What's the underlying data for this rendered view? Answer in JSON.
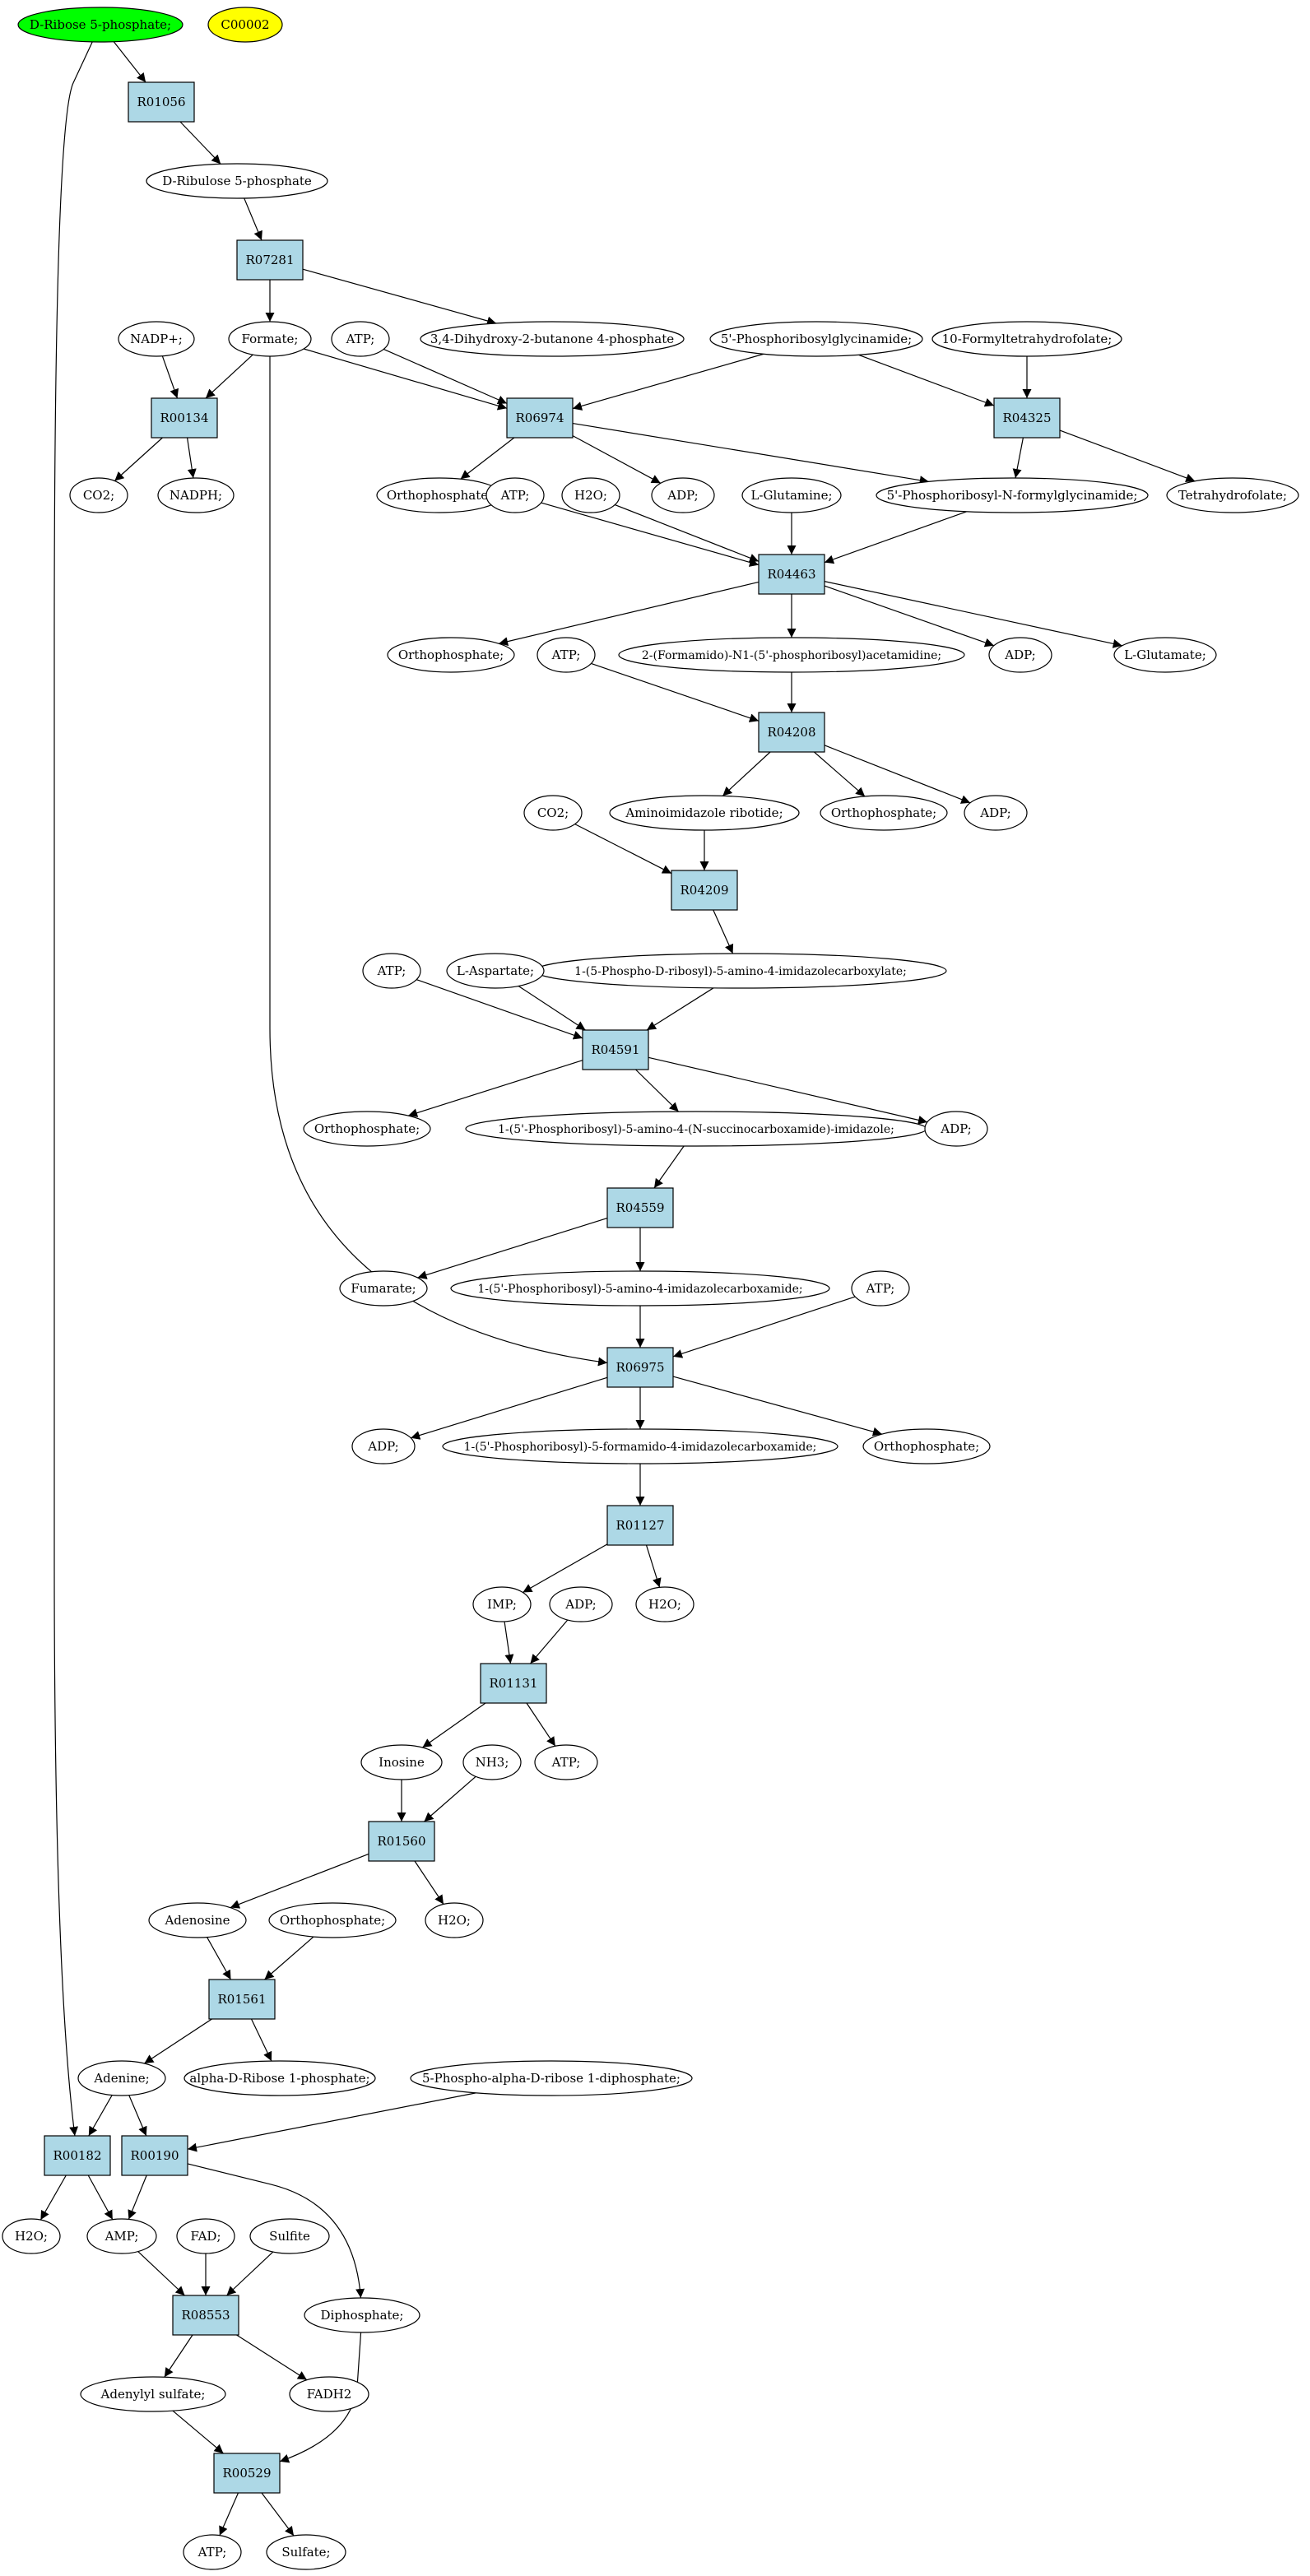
{
  "colors": {
    "reaction_fill": "#add8e6",
    "start_fill": "#00ff00",
    "target_fill": "#ffff00",
    "default_fill": "#ffffff",
    "stroke": "#000000"
  },
  "graph": {
    "nodes": [
      {
        "id": "n_d_ribose5p",
        "label": "D-Ribose 5-phosphate;",
        "kind": "compound",
        "role": "start"
      },
      {
        "id": "n_c00002",
        "label": "C00002",
        "kind": "compound",
        "role": "target"
      },
      {
        "id": "n_r01056",
        "label": "R01056",
        "kind": "reaction"
      },
      {
        "id": "n_d_ribulose5p",
        "label": "D-Ribulose 5-phosphate",
        "kind": "compound"
      },
      {
        "id": "n_r07281",
        "label": "R07281",
        "kind": "reaction"
      },
      {
        "id": "n_formate",
        "label": "Formate;",
        "kind": "compound"
      },
      {
        "id": "n_dhbp",
        "label": "3,4-Dihydroxy-2-butanone 4-phosphate",
        "kind": "compound"
      },
      {
        "id": "n_nadp",
        "label": "NADP+;",
        "kind": "compound"
      },
      {
        "id": "n_r00134",
        "label": "R00134",
        "kind": "reaction"
      },
      {
        "id": "n_co2_a",
        "label": "CO2;",
        "kind": "compound"
      },
      {
        "id": "n_nadph",
        "label": "NADPH;",
        "kind": "compound"
      },
      {
        "id": "n_atp_a",
        "label": "ATP;",
        "kind": "compound"
      },
      {
        "id": "n_gar",
        "label": "5'-Phosphoribosylglycinamide;",
        "kind": "compound"
      },
      {
        "id": "n_fthf",
        "label": "10-Formyltetrahydrofolate;",
        "kind": "compound"
      },
      {
        "id": "n_r06974",
        "label": "R06974",
        "kind": "reaction"
      },
      {
        "id": "n_r04325",
        "label": "R04325",
        "kind": "reaction"
      },
      {
        "id": "n_pi_a",
        "label": "Orthophosphate;",
        "kind": "compound"
      },
      {
        "id": "n_adp_a",
        "label": "ADP;",
        "kind": "compound"
      },
      {
        "id": "n_fgar",
        "label": "5'-Phosphoribosyl-N-formylglycinamide;",
        "kind": "compound"
      },
      {
        "id": "n_thf",
        "label": "Tetrahydrofolate;",
        "kind": "compound"
      },
      {
        "id": "n_atp_b",
        "label": "ATP;",
        "kind": "compound"
      },
      {
        "id": "n_h2o_a",
        "label": "H2O;",
        "kind": "compound"
      },
      {
        "id": "n_gln",
        "label": "L-Glutamine;",
        "kind": "compound"
      },
      {
        "id": "n_r04463",
        "label": "R04463",
        "kind": "reaction"
      },
      {
        "id": "n_pi_b",
        "label": "Orthophosphate;",
        "kind": "compound"
      },
      {
        "id": "n_fgam",
        "label": "2-(Formamido)-N1-(5'-phosphoribosyl)acetamidine;",
        "kind": "compound"
      },
      {
        "id": "n_adp_b",
        "label": "ADP;",
        "kind": "compound"
      },
      {
        "id": "n_glu",
        "label": "L-Glutamate;",
        "kind": "compound"
      },
      {
        "id": "n_atp_c",
        "label": "ATP;",
        "kind": "compound"
      },
      {
        "id": "n_r04208",
        "label": "R04208",
        "kind": "reaction"
      },
      {
        "id": "n_co2_b",
        "label": "CO2;",
        "kind": "compound"
      },
      {
        "id": "n_air",
        "label": "Aminoimidazole ribotide;",
        "kind": "compound"
      },
      {
        "id": "n_pi_c",
        "label": "Orthophosphate;",
        "kind": "compound"
      },
      {
        "id": "n_adp_c",
        "label": "ADP;",
        "kind": "compound"
      },
      {
        "id": "n_r04209",
        "label": "R04209",
        "kind": "reaction"
      },
      {
        "id": "n_cair",
        "label": "1-(5-Phospho-D-ribosyl)-5-amino-4-imidazolecarboxylate;",
        "kind": "compound"
      },
      {
        "id": "n_atp_d",
        "label": "ATP;",
        "kind": "compound"
      },
      {
        "id": "n_asp",
        "label": "L-Aspartate;",
        "kind": "compound"
      },
      {
        "id": "n_r04591",
        "label": "R04591",
        "kind": "reaction"
      },
      {
        "id": "n_pi_d",
        "label": "Orthophosphate;",
        "kind": "compound"
      },
      {
        "id": "n_saicar",
        "label": "1-(5'-Phosphoribosyl)-5-amino-4-(N-succinocarboxamide)-imidazole;",
        "kind": "compound"
      },
      {
        "id": "n_adp_d",
        "label": "ADP;",
        "kind": "compound"
      },
      {
        "id": "n_r04559",
        "label": "R04559",
        "kind": "reaction"
      },
      {
        "id": "n_fum",
        "label": "Fumarate;",
        "kind": "compound"
      },
      {
        "id": "n_aicar",
        "label": "1-(5'-Phosphoribosyl)-5-amino-4-imidazolecarboxamide;",
        "kind": "compound"
      },
      {
        "id": "n_atp_e",
        "label": "ATP;",
        "kind": "compound"
      },
      {
        "id": "n_r06975",
        "label": "R06975",
        "kind": "reaction"
      },
      {
        "id": "n_adp_e",
        "label": "ADP;",
        "kind": "compound"
      },
      {
        "id": "n_faicar",
        "label": "1-(5'-Phosphoribosyl)-5-formamido-4-imidazolecarboxamide;",
        "kind": "compound"
      },
      {
        "id": "n_pi_e",
        "label": "Orthophosphate;",
        "kind": "compound"
      },
      {
        "id": "n_r01127",
        "label": "R01127",
        "kind": "reaction"
      },
      {
        "id": "n_imp",
        "label": "IMP;",
        "kind": "compound"
      },
      {
        "id": "n_adp_f",
        "label": "ADP;",
        "kind": "compound"
      },
      {
        "id": "n_h2o_b",
        "label": "H2O;",
        "kind": "compound"
      },
      {
        "id": "n_r01131",
        "label": "R01131",
        "kind": "reaction"
      },
      {
        "id": "n_inosine",
        "label": "Inosine",
        "kind": "compound"
      },
      {
        "id": "n_nh3",
        "label": "NH3;",
        "kind": "compound"
      },
      {
        "id": "n_atp_f",
        "label": "ATP;",
        "kind": "compound"
      },
      {
        "id": "n_r01560",
        "label": "R01560",
        "kind": "reaction"
      },
      {
        "id": "n_adenosine",
        "label": "Adenosine",
        "kind": "compound"
      },
      {
        "id": "n_pi_f",
        "label": "Orthophosphate;",
        "kind": "compound"
      },
      {
        "id": "n_h2o_c",
        "label": "H2O;",
        "kind": "compound"
      },
      {
        "id": "n_r01561",
        "label": "R01561",
        "kind": "reaction"
      },
      {
        "id": "n_adenine",
        "label": "Adenine;",
        "kind": "compound"
      },
      {
        "id": "n_r1p",
        "label": "alpha-D-Ribose 1-phosphate;",
        "kind": "compound"
      },
      {
        "id": "n_prpp",
        "label": "5-Phospho-alpha-D-ribose 1-diphosphate;",
        "kind": "compound"
      },
      {
        "id": "n_r00182",
        "label": "R00182",
        "kind": "reaction"
      },
      {
        "id": "n_r00190",
        "label": "R00190",
        "kind": "reaction"
      },
      {
        "id": "n_h2o_d",
        "label": "H2O;",
        "kind": "compound"
      },
      {
        "id": "n_amp",
        "label": "AMP;",
        "kind": "compound"
      },
      {
        "id": "n_fad",
        "label": "FAD;",
        "kind": "compound"
      },
      {
        "id": "n_sulfite",
        "label": "Sulfite",
        "kind": "compound"
      },
      {
        "id": "n_diphosphate",
        "label": "Diphosphate;",
        "kind": "compound"
      },
      {
        "id": "n_r08553",
        "label": "R08553",
        "kind": "reaction"
      },
      {
        "id": "n_aps",
        "label": "Adenylyl sulfate;",
        "kind": "compound"
      },
      {
        "id": "n_fadh2",
        "label": "FADH2",
        "kind": "compound"
      },
      {
        "id": "n_r00529",
        "label": "R00529",
        "kind": "reaction"
      },
      {
        "id": "n_atp_g",
        "label": "ATP;",
        "kind": "compound"
      },
      {
        "id": "n_sulfate",
        "label": "Sulfate;",
        "kind": "compound"
      }
    ],
    "edges": [
      [
        "n_d_ribose5p",
        "n_r01056"
      ],
      [
        "n_d_ribose5p",
        "n_r00182"
      ],
      [
        "n_r01056",
        "n_d_ribulose5p"
      ],
      [
        "n_d_ribulose5p",
        "n_r07281"
      ],
      [
        "n_r07281",
        "n_formate"
      ],
      [
        "n_r07281",
        "n_dhbp"
      ],
      [
        "n_formate",
        "n_r00134"
      ],
      [
        "n_formate",
        "n_r06974"
      ],
      [
        "n_formate",
        "n_r06975"
      ],
      [
        "n_nadp",
        "n_r00134"
      ],
      [
        "n_r00134",
        "n_co2_a"
      ],
      [
        "n_r00134",
        "n_nadph"
      ],
      [
        "n_atp_a",
        "n_r06974"
      ],
      [
        "n_gar",
        "n_r06974"
      ],
      [
        "n_gar",
        "n_r04325"
      ],
      [
        "n_fthf",
        "n_r04325"
      ],
      [
        "n_r06974",
        "n_pi_a"
      ],
      [
        "n_r06974",
        "n_adp_a"
      ],
      [
        "n_r06974",
        "n_fgar"
      ],
      [
        "n_r04325",
        "n_fgar"
      ],
      [
        "n_r04325",
        "n_thf"
      ],
      [
        "n_atp_b",
        "n_r04463"
      ],
      [
        "n_h2o_a",
        "n_r04463"
      ],
      [
        "n_gln",
        "n_r04463"
      ],
      [
        "n_fgar",
        "n_r04463"
      ],
      [
        "n_r04463",
        "n_pi_b"
      ],
      [
        "n_r04463",
        "n_fgam"
      ],
      [
        "n_r04463",
        "n_adp_b"
      ],
      [
        "n_r04463",
        "n_glu"
      ],
      [
        "n_atp_c",
        "n_r04208"
      ],
      [
        "n_fgam",
        "n_r04208"
      ],
      [
        "n_r04208",
        "n_air"
      ],
      [
        "n_r04208",
        "n_pi_c"
      ],
      [
        "n_r04208",
        "n_adp_c"
      ],
      [
        "n_co2_b",
        "n_r04209"
      ],
      [
        "n_air",
        "n_r04209"
      ],
      [
        "n_r04209",
        "n_cair"
      ],
      [
        "n_atp_d",
        "n_r04591"
      ],
      [
        "n_asp",
        "n_r04591"
      ],
      [
        "n_cair",
        "n_r04591"
      ],
      [
        "n_r04591",
        "n_pi_d"
      ],
      [
        "n_r04591",
        "n_saicar"
      ],
      [
        "n_r04591",
        "n_adp_d"
      ],
      [
        "n_saicar",
        "n_r04559"
      ],
      [
        "n_r04559",
        "n_fum"
      ],
      [
        "n_r04559",
        "n_aicar"
      ],
      [
        "n_aicar",
        "n_r06975"
      ],
      [
        "n_atp_e",
        "n_r06975"
      ],
      [
        "n_r06975",
        "n_adp_e"
      ],
      [
        "n_r06975",
        "n_faicar"
      ],
      [
        "n_r06975",
        "n_pi_e"
      ],
      [
        "n_faicar",
        "n_r01127"
      ],
      [
        "n_r01127",
        "n_imp"
      ],
      [
        "n_r01127",
        "n_h2o_b"
      ],
      [
        "n_imp",
        "n_r01131"
      ],
      [
        "n_adp_f",
        "n_r01131"
      ],
      [
        "n_r01131",
        "n_inosine"
      ],
      [
        "n_r01131",
        "n_atp_f"
      ],
      [
        "n_inosine",
        "n_r01560"
      ],
      [
        "n_nh3",
        "n_r01560"
      ],
      [
        "n_r01560",
        "n_adenosine"
      ],
      [
        "n_r01560",
        "n_h2o_c"
      ],
      [
        "n_adenosine",
        "n_r01561"
      ],
      [
        "n_pi_f",
        "n_r01561"
      ],
      [
        "n_r01561",
        "n_adenine"
      ],
      [
        "n_r01561",
        "n_r1p"
      ],
      [
        "n_adenine",
        "n_r00182"
      ],
      [
        "n_adenine",
        "n_r00190"
      ],
      [
        "n_prpp",
        "n_r00190"
      ],
      [
        "n_r00182",
        "n_h2o_d"
      ],
      [
        "n_r00182",
        "n_amp"
      ],
      [
        "n_r00190",
        "n_amp"
      ],
      [
        "n_r00190",
        "n_diphosphate"
      ],
      [
        "n_amp",
        "n_r08553"
      ],
      [
        "n_fad",
        "n_r08553"
      ],
      [
        "n_sulfite",
        "n_r08553"
      ],
      [
        "n_r08553",
        "n_aps"
      ],
      [
        "n_r08553",
        "n_fadh2"
      ],
      [
        "n_aps",
        "n_r00529"
      ],
      [
        "n_diphosphate",
        "n_r00529"
      ],
      [
        "n_r00529",
        "n_atp_g"
      ],
      [
        "n_r00529",
        "n_sulfate"
      ]
    ]
  }
}
